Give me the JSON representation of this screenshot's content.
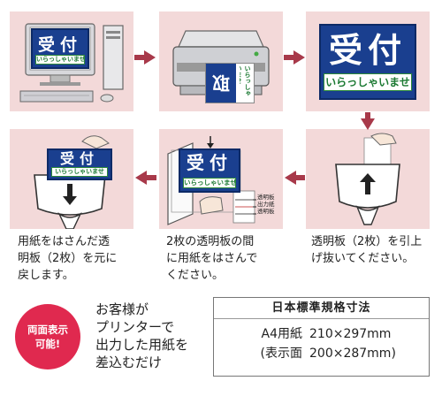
{
  "sign": {
    "main": "受付",
    "sub": "いらっしゃいませ",
    "partial": "付",
    "printer_edge": "取"
  },
  "holder_parts": [
    "透明板",
    "出力紙",
    "透明板"
  ],
  "captions": {
    "step_remove": [
      "透明板（2枚）を引上",
      "げ抜いてください。"
    ],
    "step_insert": [
      "2枚の透明板の間",
      "に用紙をはさんで",
      "ください。"
    ],
    "step_return": [
      "用紙をはさんだ透",
      "明板（2枚）を元に",
      "戻します。"
    ]
  },
  "badge": {
    "lines": [
      "両面表示",
      "可能!"
    ]
  },
  "description": [
    "お客様が",
    "プリンターで",
    "出力した用紙を",
    "差込むだけ"
  ],
  "spec": {
    "title": "日本標準規格寸法",
    "rows": [
      {
        "label": "A4用紙",
        "value": "210×297mm"
      },
      {
        "label": "(表示面",
        "value": "200×287mm)"
      }
    ]
  },
  "colors": {
    "panel": "#f3d9d9",
    "arrow": "#a8394a",
    "sign_blue": "#1a3f8f",
    "sign_green": "#1c7a33",
    "badge": "#e0294f"
  }
}
